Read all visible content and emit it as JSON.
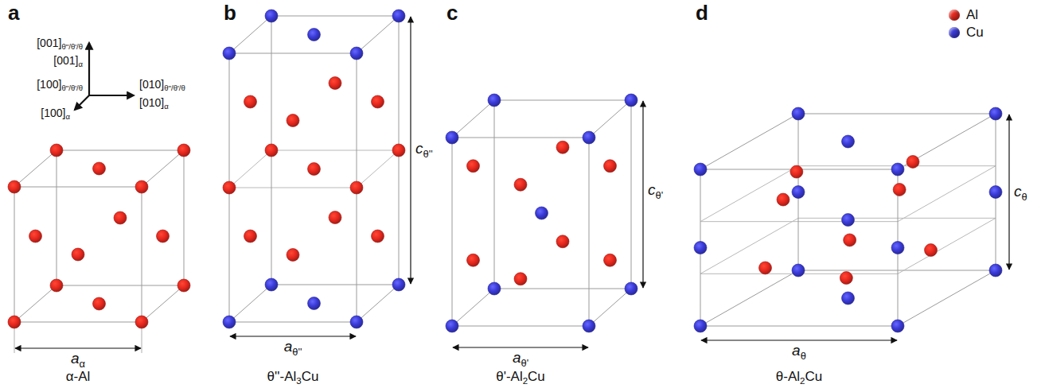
{
  "diagram": {
    "labels": [
      "a",
      "b",
      "c",
      "d",
      "[001]",
      "θ''/θ'/θ",
      "[001]",
      "α",
      "[100]",
      "θ''/θ'/θ",
      "[100]",
      "α",
      "[010]",
      "θ''/θ'/θ",
      "[010]",
      "α",
      "a",
      "α",
      "a",
      "θ''",
      "c",
      "θ''",
      "c",
      "θ'",
      "a",
      "θ'",
      "a",
      "θ",
      "c",
      "θ",
      "α-Al",
      "θ''-Al",
      "3",
      "Cu",
      "θ'-Al",
      "2",
      "Cu",
      "θ-Al",
      "2",
      "Cu"
    ],
    "legend": [
      {
        "text": "Al",
        "color": "#e8281e"
      },
      {
        "text": "Cu",
        "color": "#3a3ad8"
      }
    ]
  }
}
